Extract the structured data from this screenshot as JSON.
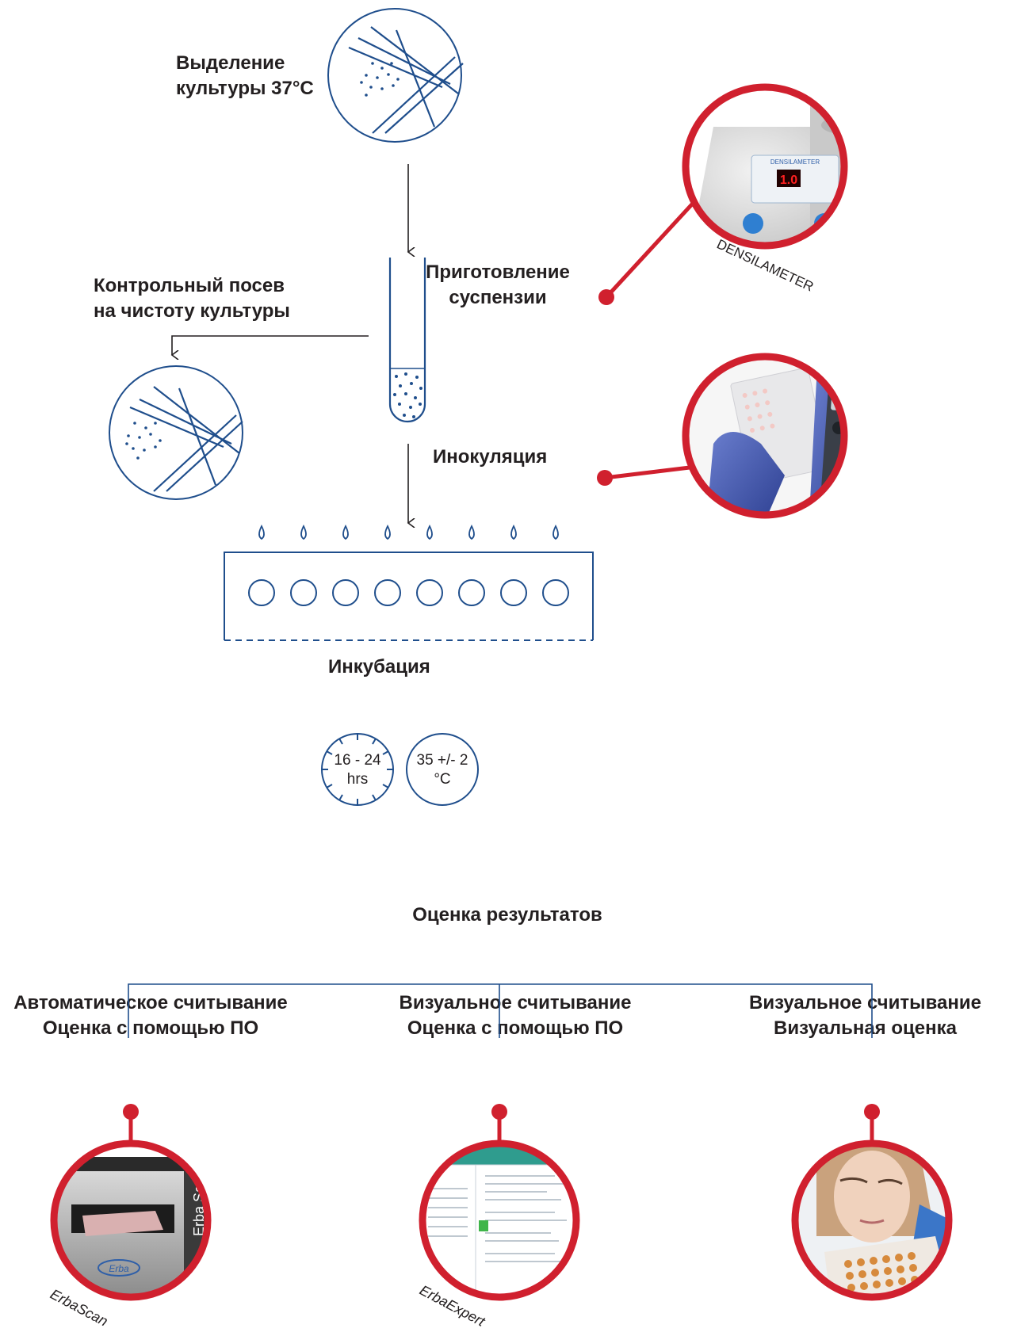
{
  "steps": {
    "culture": "Выделение\nкультуры 37°C",
    "control": "Контрольный посев\nна чистоту культуры",
    "suspension": "Приготовление\nсуспензии",
    "inoculation": "Инокуляция",
    "incubation": "Инкубация"
  },
  "timer": {
    "line1": "16 - 24",
    "line2": "hrs"
  },
  "temperature": {
    "line1": "35 +/- 2",
    "line2": "°C"
  },
  "densilameter": {
    "caption": "DENSILAMETER",
    "panel_brand": "DENSILAMETER",
    "display": "1.0"
  },
  "evaluation": {
    "title": "Оценка результатов",
    "branches": [
      {
        "line1": "Автоматическое считывание",
        "line2": "Оценка с помощью ПО",
        "caption": "ErbaScan",
        "device_label": "Erba Scan",
        "brand": "Erba"
      },
      {
        "line1": "Визуальное считывание",
        "line2": "Оценка с помощью ПО",
        "caption": "ErbaExpert"
      },
      {
        "line1": "Визуальное считывание",
        "line2": "Визуальная оценка",
        "caption": ""
      }
    ]
  },
  "colors": {
    "navy": "#1f4e8c",
    "red": "#d0202e",
    "text": "#231f20",
    "line": "#231f20"
  }
}
